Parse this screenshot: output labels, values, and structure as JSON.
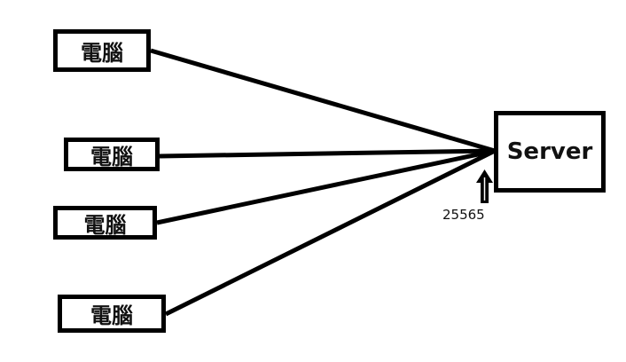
{
  "nodes": {
    "computers": [
      {
        "label": "電腦"
      },
      {
        "label": "電腦"
      },
      {
        "label": "電腦"
      },
      {
        "label": "電腦"
      }
    ],
    "server": {
      "label": "Server"
    }
  },
  "port": {
    "label": "25565"
  },
  "colors": {
    "stroke": "#000000",
    "background": "#ffffff"
  }
}
